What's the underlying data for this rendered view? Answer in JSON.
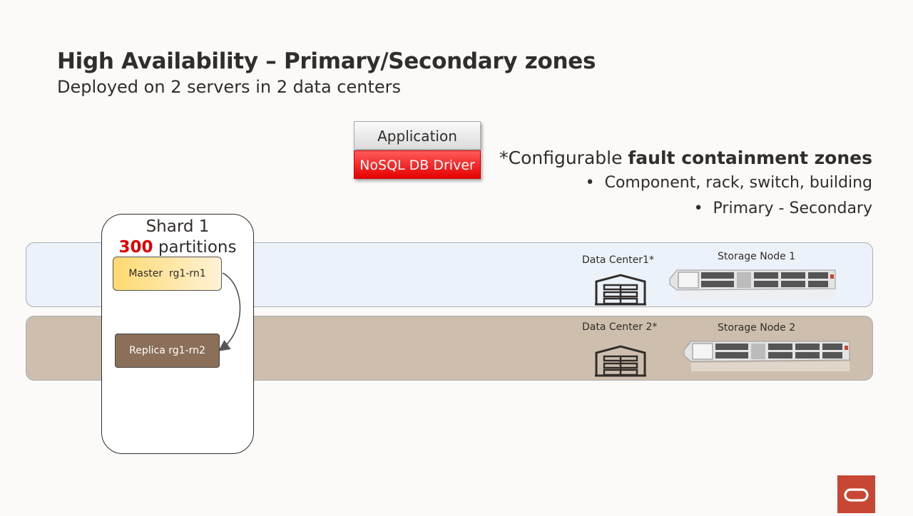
{
  "slide": {
    "title": "High Availability – Primary/Secondary zones",
    "subtitle": "Deployed on 2 servers in 2 data centers"
  },
  "app_stack": {
    "application": "Application",
    "driver": "NoSQL DB Driver"
  },
  "notes": {
    "heading_prefix": "*Configurable ",
    "heading_bold": "fault containment zones",
    "bullets": [
      "Component, rack, switch, building",
      "Primary - Secondary"
    ]
  },
  "shard": {
    "title": "Shard  1",
    "partition_count": "300",
    "partition_label": " partitions",
    "master": "Master  rg1-rn1",
    "replica": "Replica rg1-rn2"
  },
  "zones": [
    {
      "data_center": "Data Center1*",
      "storage_node": "Storage Node 1"
    },
    {
      "data_center": "Data Center 2*",
      "storage_node": "Storage Node 2"
    }
  ],
  "colors": {
    "zone1_fill": "#ecf2f9",
    "zone2_fill": "#cdbeae",
    "driver_red": "#e60000",
    "accent_red": "#e00000",
    "brand": "#c74634"
  }
}
